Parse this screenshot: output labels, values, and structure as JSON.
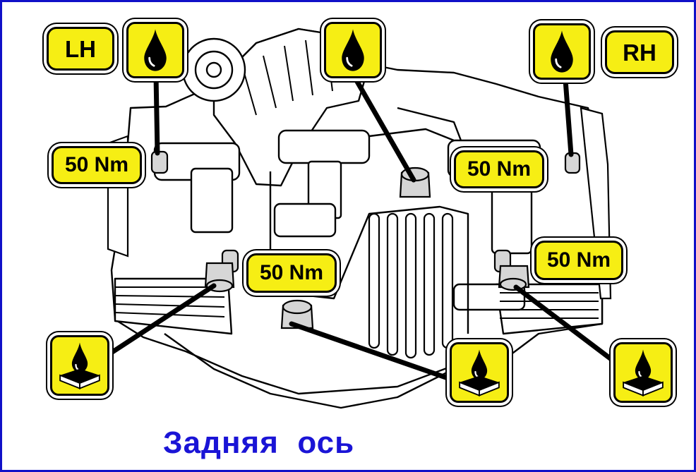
{
  "labels": {
    "left_side": "LH",
    "right_side": "RH",
    "torque_upper_left": "50 Nm",
    "torque_upper_right": "50 Nm",
    "torque_center": "50 Nm",
    "torque_right": "50 Nm"
  },
  "icons": {
    "fill_plug": "oil-drop-icon",
    "drain_plug": "oil-drain-tray-icon"
  },
  "caption": "Задняя  ось",
  "colors": {
    "label_fill": "#f6ee14",
    "border": "#1010c8",
    "caption": "#1a14d6"
  }
}
